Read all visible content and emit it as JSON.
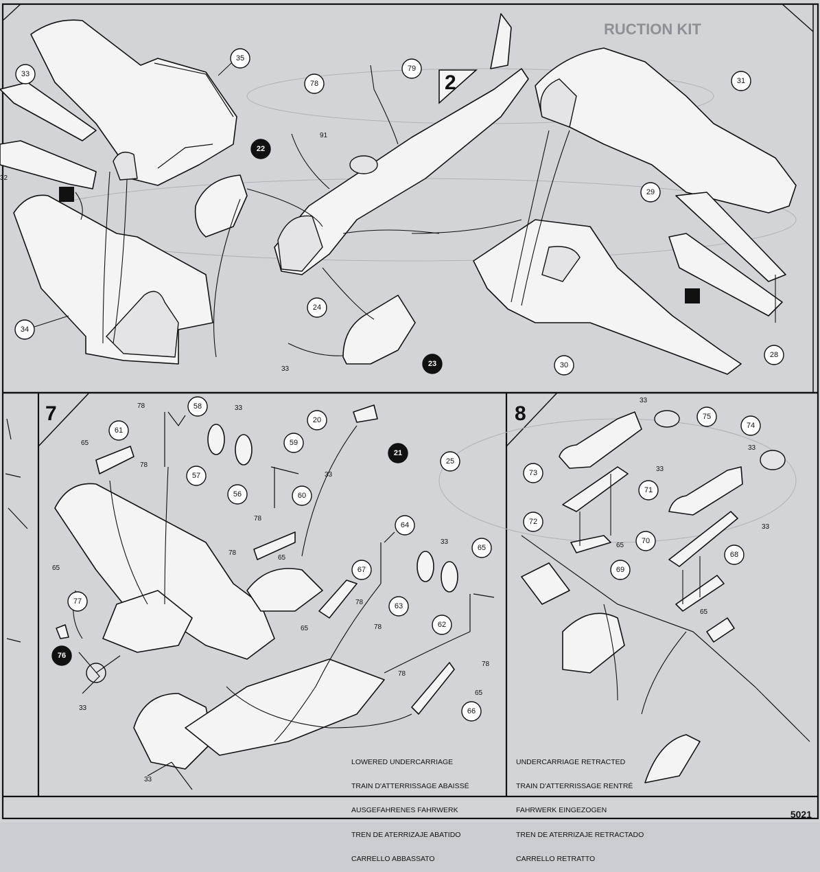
{
  "document": {
    "page_number": "5021",
    "header_fragment": "RUCTION KIT"
  },
  "steps": [
    {
      "number": "2"
    },
    {
      "number": "7"
    },
    {
      "number": "8"
    }
  ],
  "captions": {
    "lowered": [
      "LOWERED UNDERCARRIAGE",
      "TRAIN D'ATTERRISSAGE ABAISSÉ",
      "AUSGEFAHRENES FAHRWERK",
      "TREN DE ATERRIZAJE ABATIDO",
      "CARRELLO ABBASSATO"
    ],
    "retracted": [
      "UNDERCARRIAGE RETRACTED",
      "TRAIN D'ATTERRISSAGE RENTRÉ",
      "FAHRWERK EINGEZOGEN",
      "TREN DE ATERRIZAJE RETRACTADO",
      "CARRELLO RETRATTO"
    ]
  },
  "callouts": {
    "c35": "35",
    "c33a": "33",
    "c32": "32",
    "c34": "34",
    "c22": "22",
    "c78a": "78",
    "c91": "91",
    "c79": "79",
    "c24": "24",
    "c33b": "33",
    "c23": "23",
    "c31": "31",
    "c29": "29",
    "c30": "30",
    "c28": "28",
    "c61": "61",
    "c65a": "65",
    "c78b": "78",
    "c78c": "78",
    "c58": "58",
    "c33c": "33",
    "c57": "57",
    "c56": "56",
    "c59": "59",
    "c78d": "78",
    "c60": "60",
    "c78e": "78",
    "c65b": "65",
    "c20": "20",
    "c33d": "33",
    "c21": "21",
    "c25": "25",
    "c65c": "65",
    "c77": "77",
    "c76": "76",
    "c33e": "33",
    "c64": "64",
    "c33f": "33",
    "c65d": "65",
    "c67": "67",
    "c78f": "78",
    "c65e": "65",
    "c78g": "78",
    "c63": "63",
    "c62": "62",
    "c78h": "78",
    "c78i": "78",
    "c65f": "65",
    "c66": "66",
    "c33g": "33",
    "c33h": "33",
    "c75": "75",
    "c74": "74",
    "c33i": "33",
    "c73": "73",
    "c33j": "33",
    "c71": "71",
    "c33k": "33",
    "c72": "72",
    "c65g": "65",
    "c69": "69",
    "c70": "70",
    "c68": "68",
    "c65h": "65"
  }
}
